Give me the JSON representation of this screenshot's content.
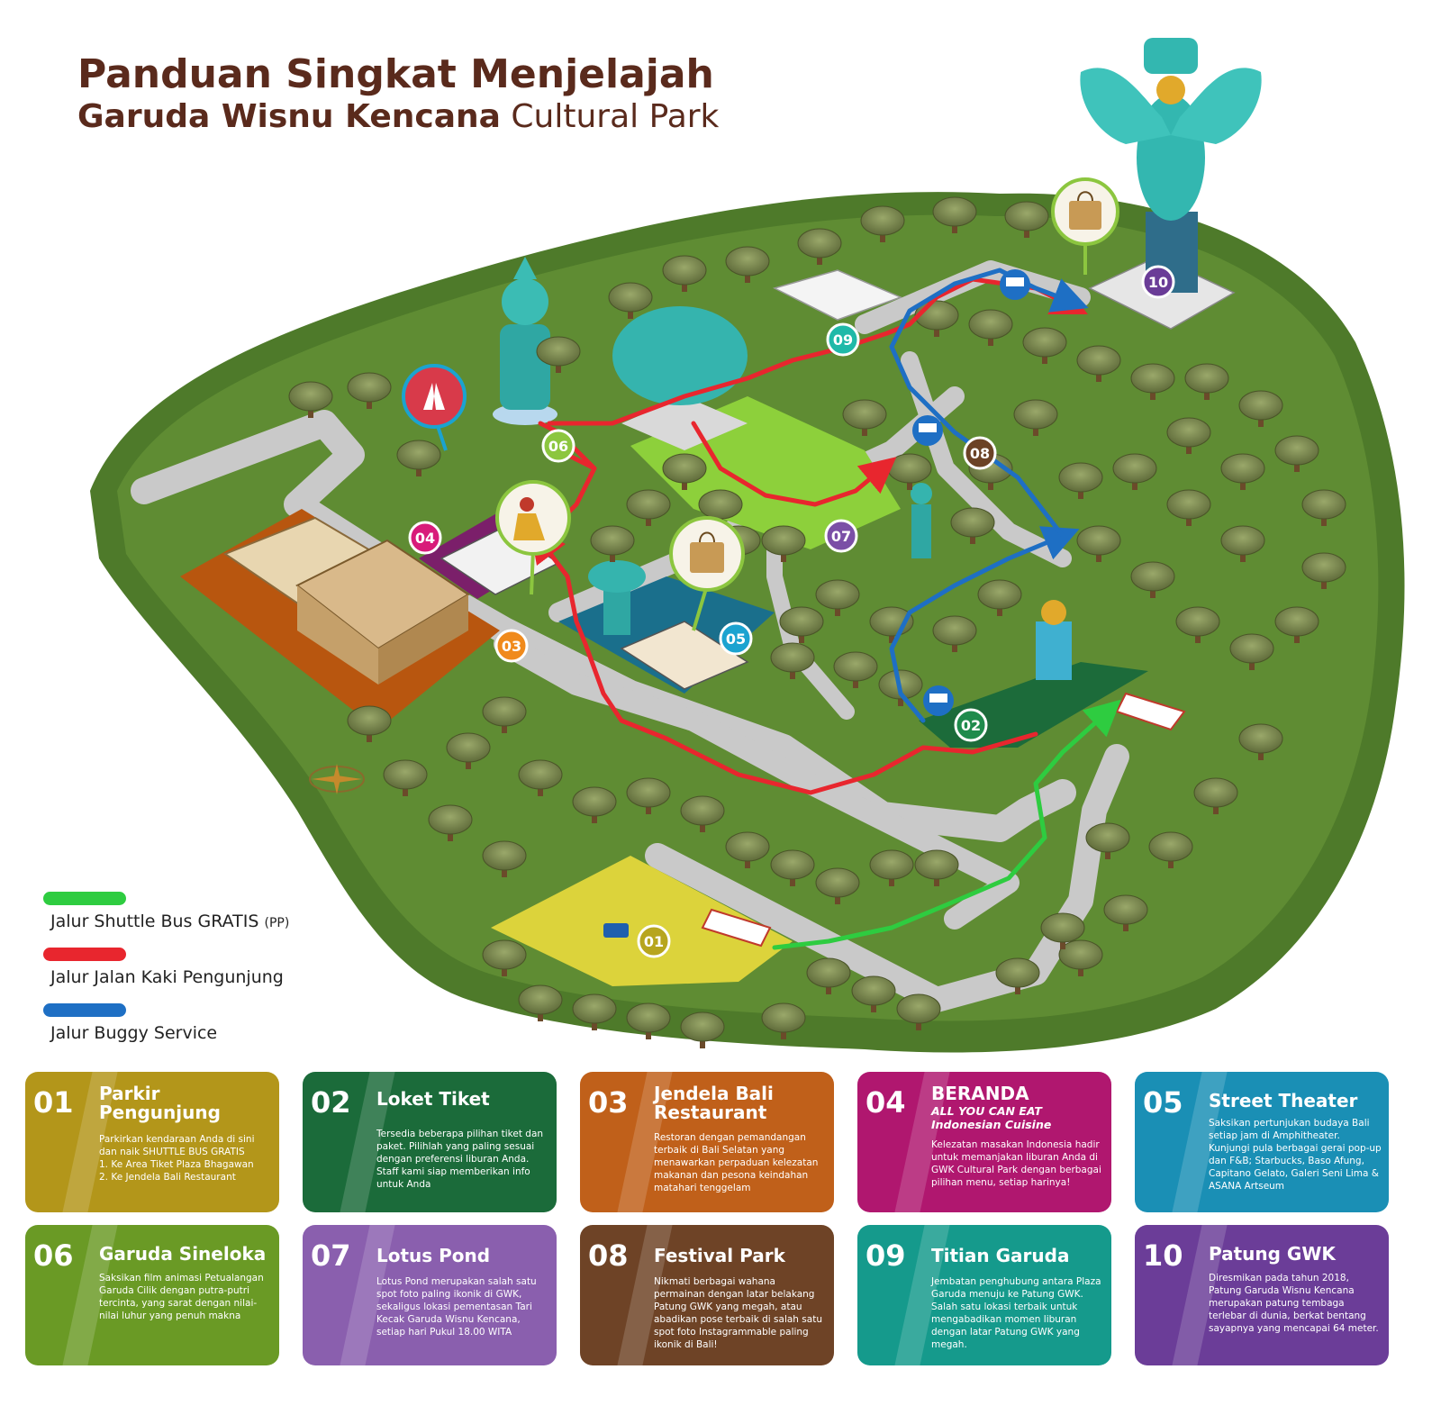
{
  "title": {
    "line1": "Panduan Singkat Menjelajah",
    "line2_bold": "Garuda Wisnu Kencana",
    "line2_light": "Cultural Park"
  },
  "legend": [
    {
      "label": "Jalur Shuttle Bus GRATIS",
      "suffix": "(PP)",
      "color": "#2ecc40"
    },
    {
      "label": "Jalur Jalan Kaki Pengunjung",
      "suffix": "",
      "color": "#e8262e"
    },
    {
      "label": "Jalur Buggy Service",
      "suffix": "",
      "color": "#1e6fc4"
    }
  ],
  "markers": [
    {
      "num": "01",
      "color": "#b7a51e"
    },
    {
      "num": "02",
      "color": "#1f8b4c"
    },
    {
      "num": "03",
      "color": "#f08a1c"
    },
    {
      "num": "04",
      "color": "#d81b7a"
    },
    {
      "num": "05",
      "color": "#1ba3d0"
    },
    {
      "num": "06",
      "color": "#8cc63f"
    },
    {
      "num": "07",
      "color": "#7b4fa6"
    },
    {
      "num": "08",
      "color": "#6b4226"
    },
    {
      "num": "09",
      "color": "#1fb9a8"
    },
    {
      "num": "10",
      "color": "#6a3c97"
    }
  ],
  "icons": [
    "shopping-bag-icon",
    "praying-hands-icon",
    "dancer-icon",
    "buggy-icon",
    "compass-icon"
  ],
  "cards": [
    {
      "num": "01",
      "title": "Parkir Pengunjung",
      "subtitle": "",
      "color": "#b3961a",
      "desc": "Parkirkan kendaraan Anda di sini dan naik SHUTTLE BUS GRATIS\n1. Ke Area Tiket Plaza Bhagawan\n2. Ke Jendela Bali Restaurant"
    },
    {
      "num": "02",
      "title": "Loket Tiket",
      "subtitle": "",
      "color": "#1b6b3a",
      "desc": "Tersedia beberapa pilihan tiket dan paket. Pilihlah yang paling sesuai dengan preferensi liburan Anda. Staff kami siap memberikan info untuk Anda"
    },
    {
      "num": "03",
      "title": "Jendela Bali Restaurant",
      "subtitle": "",
      "color": "#c0601a",
      "desc": "Restoran dengan pemandangan terbaik di Bali Selatan yang menawarkan perpaduan kelezatan makanan dan pesona keindahan matahari tenggelam"
    },
    {
      "num": "04",
      "title": "BERANDA",
      "subtitle": "ALL YOU CAN EAT Indonesian Cuisine",
      "color": "#b0176f",
      "desc": "Kelezatan masakan Indonesia hadir untuk memanjakan liburan Anda di GWK Cultural Park dengan berbagai pilihan menu, setiap harinya!"
    },
    {
      "num": "05",
      "title": "Street Theater",
      "subtitle": "",
      "color": "#1a8fb5",
      "desc": "Saksikan pertunjukan budaya Bali setiap jam di Amphitheater. Kunjungi pula berbagai gerai pop-up dan F&B; Starbucks, Baso Afung, Capitano Gelato, Galeri Seni Lima & ASANA Artseum"
    },
    {
      "num": "06",
      "title": "Garuda Sineloka",
      "subtitle": "",
      "color": "#6a9a25",
      "desc": "Saksikan film animasi Petualangan Garuda Cilik dengan putra-putri tercinta, yang sarat dengan nilai-nilai luhur yang penuh makna"
    },
    {
      "num": "07",
      "title": "Lotus Pond",
      "subtitle": "",
      "color": "#8a5fae",
      "desc": "Lotus Pond merupakan salah satu spot foto paling ikonik di GWK, sekaligus lokasi pementasan Tari Kecak Garuda Wisnu Kencana, setiap hari Pukul 18.00 WITA"
    },
    {
      "num": "08",
      "title": "Festival Park",
      "subtitle": "",
      "color": "#6e4326",
      "desc": "Nikmati berbagai wahana permainan dengan latar belakang Patung GWK yang megah, atau abadikan pose terbaik di salah satu spot foto Instagrammable paling ikonik di Bali!"
    },
    {
      "num": "09",
      "title": "Titian Garuda",
      "subtitle": "",
      "color": "#159a8c",
      "desc": "Jembatan penghubung antara Plaza Garuda menuju ke Patung GWK. Salah satu lokasi terbaik untuk mengabadikan momen liburan dengan latar Patung GWK yang megah."
    },
    {
      "num": "10",
      "title": "Patung GWK",
      "subtitle": "",
      "color": "#6b3d98",
      "desc": "Diresmikan pada tahun 2018, Patung Garuda Wisnu Kencana merupakan patung tembaga terlebar di dunia, berkat bentang sayapnya yang mencapai 64 meter."
    }
  ]
}
